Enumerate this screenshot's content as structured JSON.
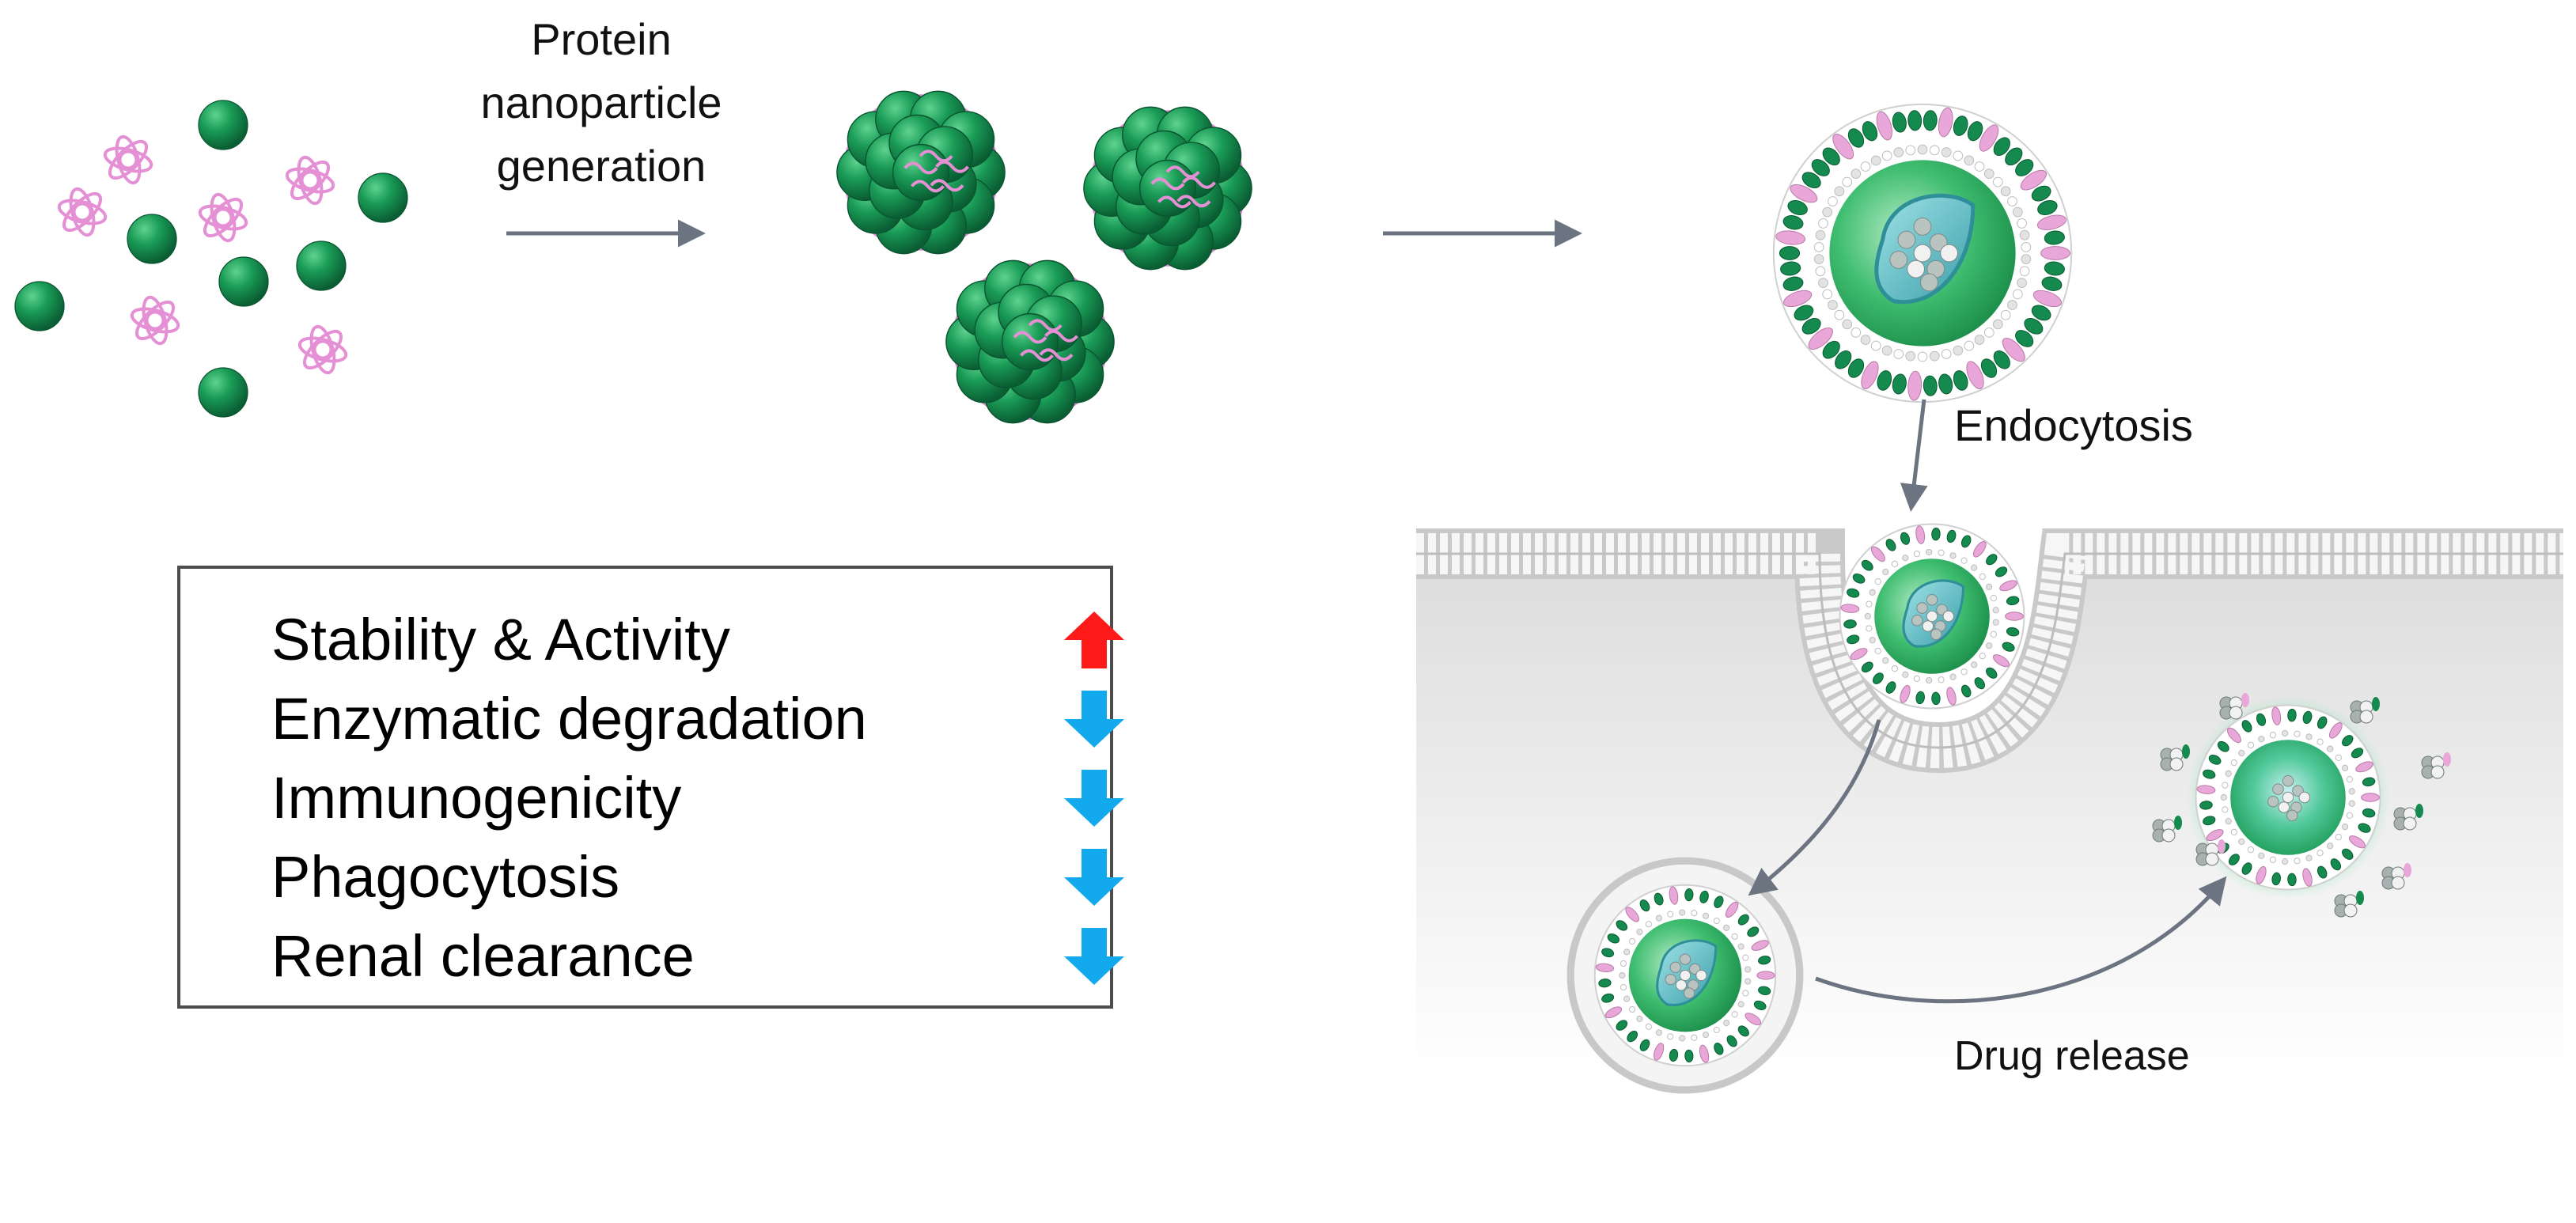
{
  "step1_label_lines": [
    "Protein",
    "nanoparticle",
    "generation"
  ],
  "endocytosis_label": "Endocytosis",
  "drug_release_label": "Drug release",
  "benefits": [
    {
      "label": "Stability & Activity",
      "trend": "up",
      "icon": "arrow-up-icon",
      "color": "#ff1a1a"
    },
    {
      "label": "Enzymatic degradation",
      "trend": "down",
      "icon": "arrow-down-icon",
      "color": "#12aaec"
    },
    {
      "label": "Immunogenicity",
      "trend": "down",
      "icon": "arrow-down-icon",
      "color": "#12aaec"
    },
    {
      "label": "Phagocytosis",
      "trend": "down",
      "icon": "arrow-down-icon",
      "color": "#12aaec"
    },
    {
      "label": "Renal clearance",
      "trend": "down",
      "icon": "arrow-down-icon",
      "color": "#12aaec"
    }
  ],
  "colors": {
    "protein_green": "#119a55",
    "drug_pink": "#e58fd4",
    "arrow_gray": "#6b7480",
    "membrane_gray": "#d9d9d9",
    "cytoplasm_gray": "#e6e6e6"
  }
}
